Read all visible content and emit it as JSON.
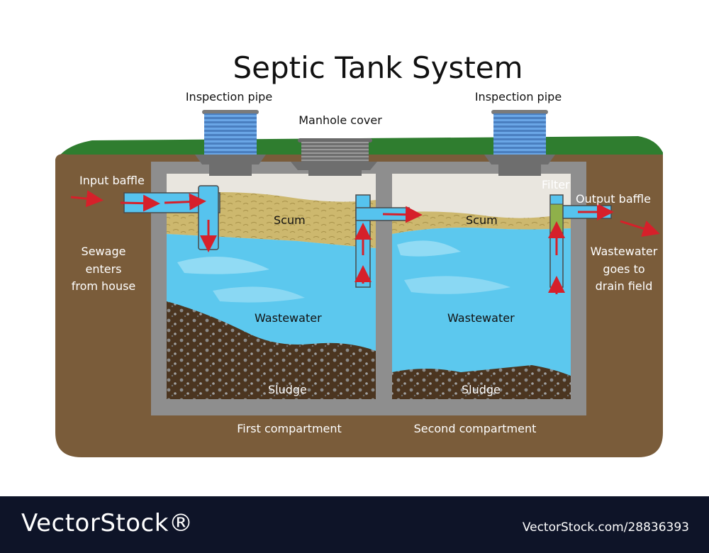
{
  "title": "Septic Tank System",
  "labels": {
    "inspection_pipe_left": "Inspection pipe",
    "inspection_pipe_right": "Inspection pipe",
    "manhole_cover": "Manhole cover",
    "input_baffle": "Input baffle",
    "output_baffle": "Output baffle",
    "filter": "Filter",
    "scum_left": "Scum",
    "scum_right": "Scum",
    "wastewater_left": "Wastewater",
    "wastewater_right": "Wastewater",
    "sludge_left": "Sludge",
    "sludge_right": "Sludge",
    "first_compartment": "First compartment",
    "second_compartment": "Second compartment",
    "sewage_line1": "Sewage",
    "sewage_line2": "enters",
    "sewage_line3": "from house",
    "drain_line1": "Wastewater",
    "drain_line2": "goes to",
    "drain_line3": "drain field"
  },
  "footer": {
    "brand": "VectorStock®",
    "url": "VectorStock.com/28836393"
  },
  "colors": {
    "soil": "#7a5c3a",
    "grass": "#2f7d2f",
    "concrete": "#8e8e8e",
    "water": "#5cc8ee",
    "scum": "#c8b46a",
    "sludge": "#4a3520",
    "pipe": "#56c3ee",
    "arrow": "#d6202a",
    "footer": "#0e1428"
  }
}
